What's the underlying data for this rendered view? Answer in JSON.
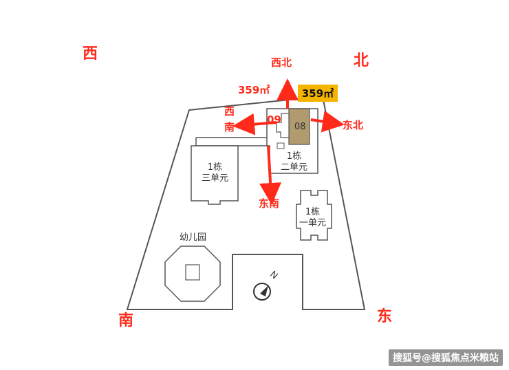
{
  "directions": {
    "west": "西",
    "north": "北",
    "south": "南",
    "east": "东",
    "northwest": "西北",
    "southwest_line1": "西",
    "southwest_line2": "南",
    "northeast": "东北",
    "southeast": "东南"
  },
  "areas": {
    "left": "359㎡",
    "badge": "359㎡"
  },
  "units": {
    "unit_09": "09",
    "unit_08": "08"
  },
  "buildings": {
    "b1_unit2_line1": "1栋",
    "b1_unit2_line2": "二单元",
    "b1_unit3_line1": "1栋",
    "b1_unit3_line2": "三单元",
    "b1_unit1_line1": "1栋",
    "b1_unit1_line2": "一单元",
    "kindergarten": "幼儿园"
  },
  "compass": {
    "north_letter": "N"
  },
  "watermark": "搜狐号@搜狐焦点米粮站",
  "colors": {
    "accent_red": "#ff2a1a",
    "badge_yellow": "#f5b400",
    "unit08_fill": "#b09a6e",
    "outline": "#555555"
  }
}
